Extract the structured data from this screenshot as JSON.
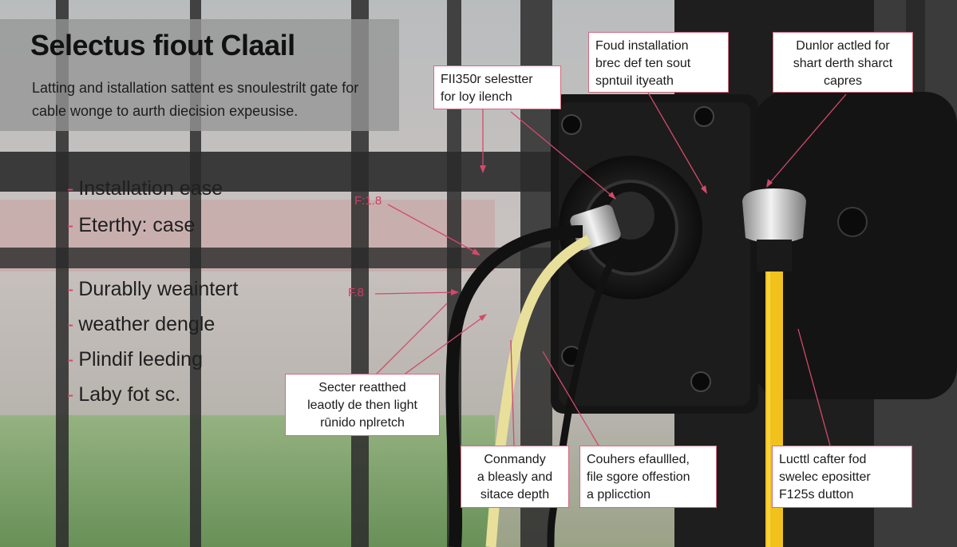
{
  "header": {
    "title": "Selectus fiout Claail",
    "subtitle": "Latting and istallation sattent es snoulestrilt gate for cable wonge to aurth diecision expeusise."
  },
  "bullets": [
    {
      "dash": "-",
      "text": "Installation ease"
    },
    {
      "dash": "-",
      "text": "Eterthy: case"
    },
    {
      "dash": "-",
      "text": "Durablly weaintert"
    },
    {
      "dash": "-",
      "text": "weather dengle"
    },
    {
      "dash": "-",
      "text": "Plindif leeding"
    },
    {
      "dash": "-",
      "text": "Laby fot sc."
    }
  ],
  "tags": {
    "tag_top": "F:1.8",
    "tag_mid": "F.8"
  },
  "callouts": {
    "selector": [
      "FII350r selestter",
      "for loy ilench"
    ],
    "install": [
      "Foud installation",
      "brec def ten sout",
      "spntuil ityeath"
    ],
    "dunlor": [
      "Dunlor actled for",
      "shart derth sharct",
      "capres"
    ],
    "secter": [
      "Secter reatthed",
      "leaotly de then light",
      "rūnido nplretch"
    ],
    "commandy": [
      "Conmandy",
      "a bleasly and",
      "sitace depth"
    ],
    "couhers": [
      "Couhers efaullled,",
      "file sgore offestion",
      "a pplicction"
    ],
    "luctti": [
      "Lucttl cafter fod",
      "swelec epositter",
      "F125s dutton"
    ]
  },
  "colors": {
    "accent": "#d24a6a",
    "yellow_cable": "#f1c21b",
    "black_cable": "#141414",
    "cream_cable": "#eae29a"
  }
}
